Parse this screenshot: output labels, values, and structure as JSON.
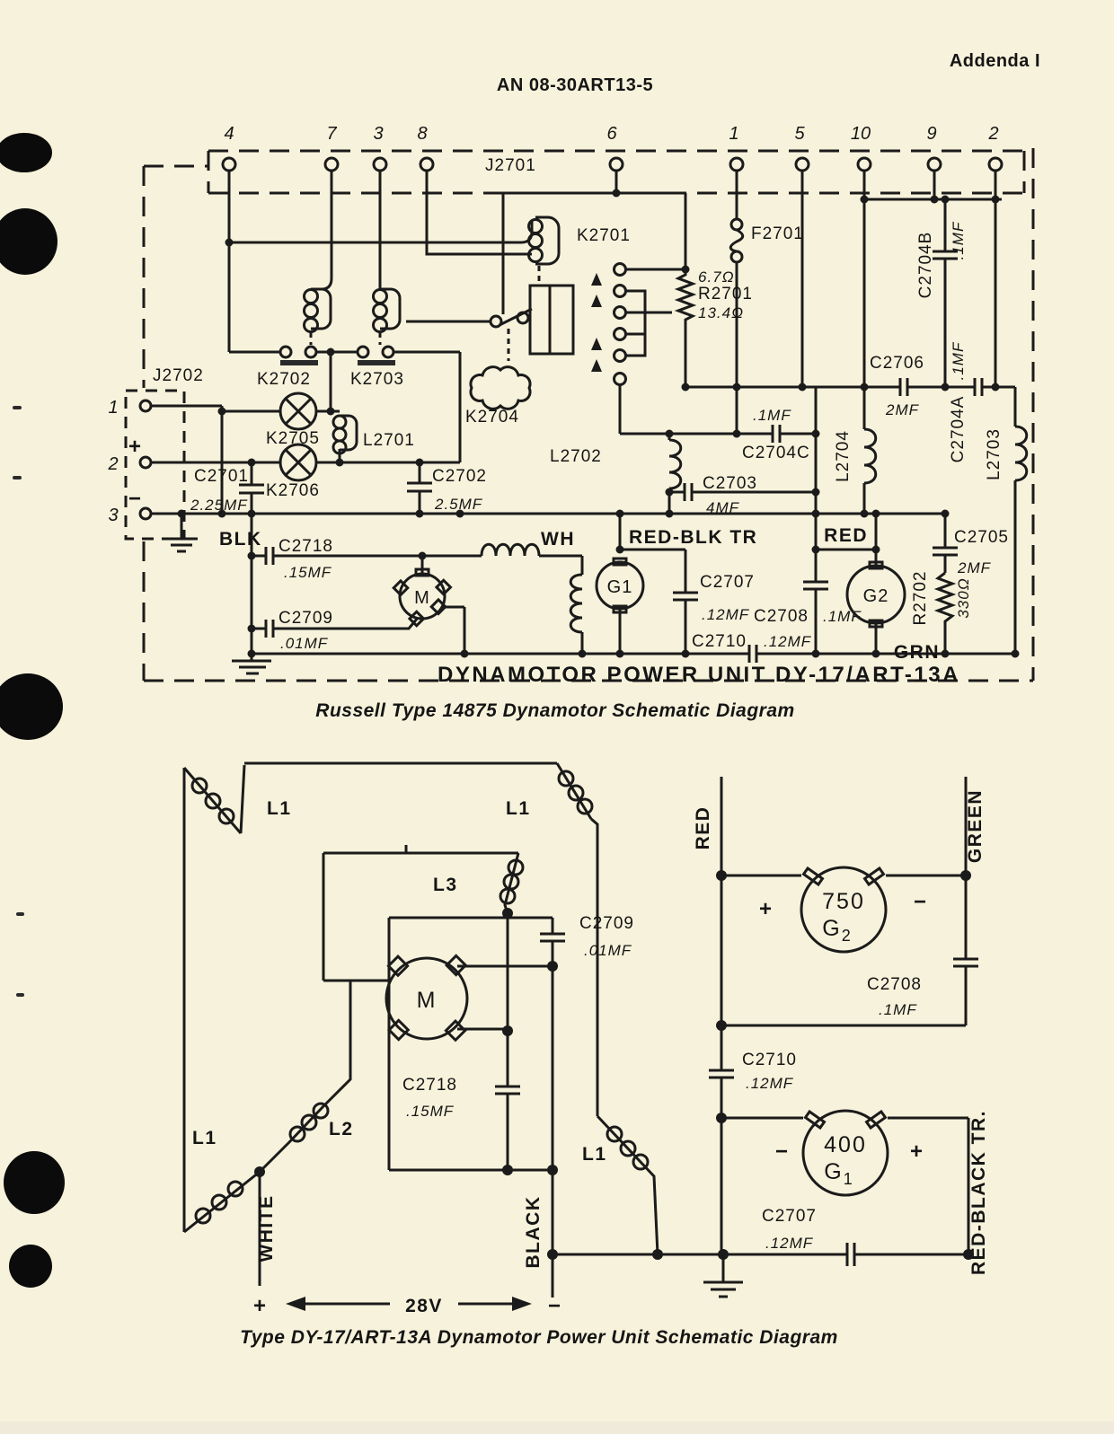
{
  "page": {
    "addenda": "Addenda I",
    "doc_number": "AN 08-30ART13-5"
  },
  "top": {
    "caption": "Russell Type 14875 Dynamotor Schematic Diagram",
    "unit": "DYNAMOTOR POWER UNIT DY-17/ART-13A",
    "j2701": "J2701",
    "pins": [
      "4",
      "7",
      "3",
      "8",
      "6",
      "1",
      "5",
      "10",
      "9",
      "2"
    ],
    "j2702": {
      "name": "J2702",
      "p1": "1",
      "p2": "2",
      "p3": "3",
      "plus": "+",
      "minus": "−"
    },
    "k2701": "K2701",
    "f2701": "F2701",
    "r2701": {
      "ohms_top": "6.7Ω",
      "name": "R2701",
      "ohms_bottom": "13.4Ω"
    },
    "c2704b": {
      "name": "C2704B",
      "val": ".1MF"
    },
    "k2702": "K2702",
    "k2703": "K2703",
    "k2704": "K2704",
    "k2705": "K2705",
    "k2706": "K2706",
    "l2701": "L2701",
    "c2701": {
      "name": "C2701",
      "val": "2.25MF"
    },
    "c2702": {
      "name": "C2702",
      "val": "2.5MF"
    },
    "l2702": "L2702",
    "c2704c": {
      "name": "C2704C",
      "val": ".1MF"
    },
    "c2703": {
      "name": "C2703",
      "val": "4MF"
    },
    "c2706": {
      "name": "C2706",
      "val": "2MF"
    },
    "c2704a": {
      "name": "C2704A",
      "val": ".1MF"
    },
    "l2704": "L2704",
    "l2703": "L2703",
    "c2705": {
      "name": "C2705",
      "val": "2MF"
    },
    "r2702": {
      "name": "R2702",
      "val": "330Ω"
    },
    "wires": {
      "blk": "BLK",
      "wh": "WH",
      "redblk": "RED-BLK TR",
      "red": "RED",
      "grn": "GRN"
    },
    "c2718": {
      "name": "C2718",
      "val": ".15MF"
    },
    "c2709": {
      "name": "C2709",
      "val": ".01MF"
    },
    "c2707": {
      "name": "C2707",
      "val": ".12MF"
    },
    "c2708": {
      "name": "C2708",
      "val": ".1MF"
    },
    "c2710": {
      "name": "C2710",
      "val": ".12MF"
    },
    "m": "M",
    "g1": "G1",
    "g2": "G2"
  },
  "bottom": {
    "caption": "Type DY-17/ART-13A Dynamotor Power Unit Schematic Diagram",
    "l1": "L1",
    "l2": "L2",
    "l3": "L3",
    "c2709": {
      "name": "C2709",
      "val": ".01MF"
    },
    "c2718": {
      "name": "C2718",
      "val": ".15MF"
    },
    "m": "M",
    "white": "WHITE",
    "black": "BLACK",
    "red": "RED",
    "green": "GREEN",
    "redblack": "RED-BLACK TR.",
    "volts": "28V",
    "plus": "+",
    "minus": "−",
    "g2": {
      "num": "750",
      "letter": "G",
      "sub": "2",
      "plus": "+",
      "minus": "−"
    },
    "g1": {
      "num": "400",
      "letter": "G",
      "sub": "1",
      "plus": "−",
      "minus": "+"
    },
    "c2708": {
      "name": "C2708",
      "val": ".1MF"
    },
    "c2710": {
      "name": "C2710",
      "val": ".12MF"
    },
    "c2707": {
      "name": "C2707",
      "val": ".12MF"
    }
  }
}
